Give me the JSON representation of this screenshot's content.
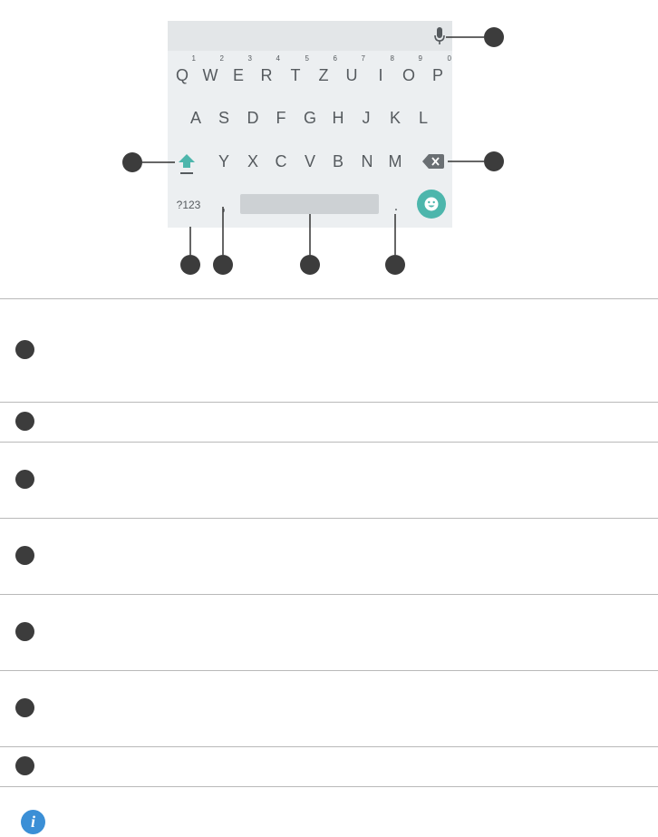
{
  "keyboard": {
    "row1": [
      {
        "label": "Q",
        "hint": "1"
      },
      {
        "label": "W",
        "hint": "2"
      },
      {
        "label": "E",
        "hint": "3"
      },
      {
        "label": "R",
        "hint": "4"
      },
      {
        "label": "T",
        "hint": "5"
      },
      {
        "label": "Z",
        "hint": "6"
      },
      {
        "label": "U",
        "hint": "7"
      },
      {
        "label": "I",
        "hint": "8"
      },
      {
        "label": "O",
        "hint": "9"
      },
      {
        "label": "P",
        "hint": "0"
      }
    ],
    "row2": [
      "A",
      "S",
      "D",
      "F",
      "G",
      "H",
      "J",
      "K",
      "L"
    ],
    "row3": [
      "Y",
      "X",
      "C",
      "V",
      "B",
      "N",
      "M"
    ],
    "symbols_label": "?123",
    "comma_label": ",",
    "period_label": ".",
    "accent_color": "#4db6ac",
    "icons": [
      "mic-icon",
      "shift-icon",
      "backspace-icon",
      "emoji-icon",
      "info-icon"
    ]
  },
  "info_icon_glyph": "i"
}
